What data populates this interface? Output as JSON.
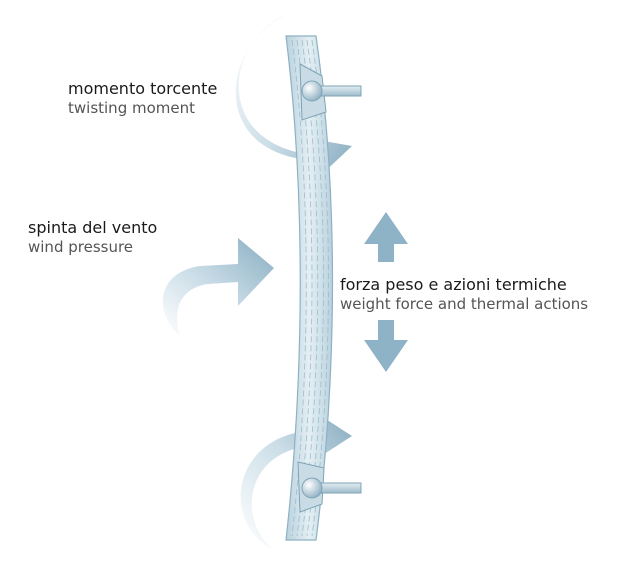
{
  "labels": {
    "twisting_moment": {
      "it": "momento torcente",
      "en": "twisting moment"
    },
    "wind_pressure": {
      "it": "spinta del vento",
      "en": "wind pressure"
    },
    "weight_thermal": {
      "it": "forza peso e azioni termiche",
      "en": "weight force and thermal actions"
    }
  },
  "colors": {
    "arrow_fill": "#8fb3c6",
    "arrow_light": "#eef4f7",
    "glass_fill": "#d6e6ee",
    "glass_line": "#9fbccb",
    "bolt_fill": "#c4d8e2",
    "text_primary": "#1a1a1a",
    "text_secondary": "#555555"
  },
  "icons": [
    "curved-arrow-icon",
    "double-arrow-icon",
    "glass-panel",
    "spider-fitting"
  ]
}
